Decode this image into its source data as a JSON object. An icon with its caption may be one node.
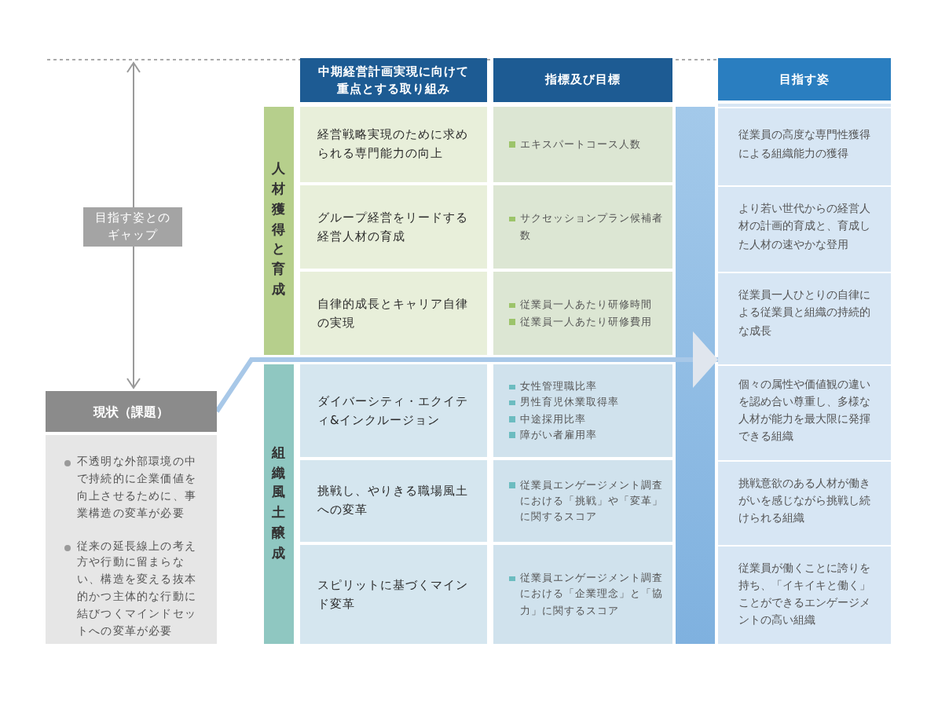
{
  "diagram": {
    "nodes": [
      {
        "text": [
          "目指す姿とのギャップ"
        ]
      },
      {
        "text": [
          "現状（課題）",
          "不透明な外部環境の中で持続的に企業価値を向上させるために、事業構造の変革が必要",
          "従来の延長線上の考え方や行動に留まらない、構造を変える抜本的かつ主体的な行動に結びつくマインドセットへの変革が必要"
        ]
      },
      {
        "text": [
          "中期経営計画実現に向けて重点とする取り組み"
        ]
      },
      {
        "text": [
          "指標及び目標"
        ]
      },
      {
        "text": [
          "目指す姿"
        ]
      },
      {
        "text": [
          "人材獲得と育成"
        ]
      },
      {
        "text": [
          "経営戦略実現のために求められる専門能力の向上"
        ]
      },
      {
        "text": [
          "エキスパートコース人数"
        ]
      },
      {
        "text": [
          "従業員の高度な専門性獲得による組織能力の獲得"
        ],
        "in": 4
      },
      {
        "text": [
          "グループ経営をリードする経営人材の育成"
        ]
      },
      {
        "text": [
          "サクセッションプラン候補者数"
        ]
      },
      {
        "text": [
          "より若い世代からの経営人材の計画的育成と、育成した人材の速やかな登用"
        ],
        "in": 4
      },
      {
        "text": [
          "自律的成長とキャリア自律の実現"
        ]
      },
      {
        "text": [
          "従業員一人あたり研修時間",
          "従業員一人あたり研修費用"
        ]
      },
      {
        "text": [
          "従業員一人ひとりの自律による従業員と組織の持続的な成長"
        ],
        "in": 4
      },
      {
        "text": [
          "組織風土醸成"
        ]
      },
      {
        "text": [
          "ダイバーシティ・エクイティ&インクルージョン"
        ]
      },
      {
        "text": [
          "女性管理職比率",
          "男性育児休業取得率",
          "中途採用比率",
          "障がい者雇用率"
        ]
      },
      {
        "text": [
          "個々の属性や価値観の違いを認め合い尊重し、多様な人材が能力を最大限に発揮できる組織"
        ],
        "in": 4
      },
      {
        "text": [
          "挑戦し、やりきる職場風土への変革"
        ]
      },
      {
        "text": [
          "従業員エンゲージメント調査における「挑戦」や「変革」に関するスコア"
        ]
      },
      {
        "text": [
          "挑戦意欲のある人材が働きがいを感じながら挑戦し続けられる組織"
        ],
        "in": 4
      },
      {
        "text": [
          "スピリットに基づくマインド変革"
        ]
      },
      {
        "text": [
          "従業員エンゲージメント調査における「企業理念」と「協力」に関するスコア"
        ]
      },
      {
        "text": [
          "従業員が働くことに誇りを持ち、「イキイキと働く」ことができるエンゲージメントの高い組織"
        ],
        "in": 4
      }
    ],
    "edges": [
      {
        "from": 1,
        "to": 4,
        "arrow": "to"
      }
    ]
  }
}
